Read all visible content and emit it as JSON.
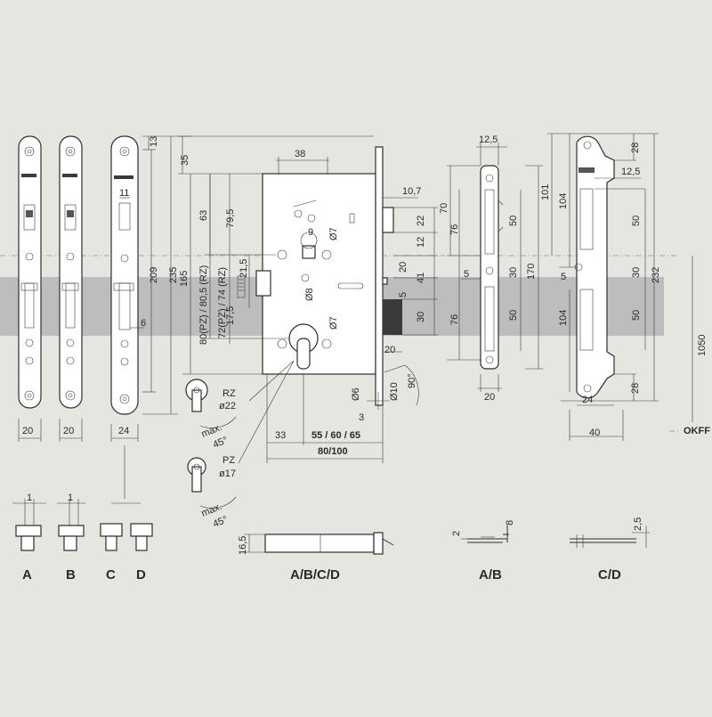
{
  "figure": {
    "background_color": "#e6e5e0",
    "band_color": "#bdbdbd",
    "line_color": "#2e2e2e"
  },
  "faceplates": {
    "widths": [
      "20",
      "20",
      "24"
    ],
    "dims": {
      "top": "13",
      "inner_width": "11",
      "rivet": "6",
      "height_209": "209",
      "height_235": "235"
    }
  },
  "lock_body": {
    "dims": {
      "top_35": "35",
      "width_38": "38",
      "d_63": "63",
      "d_165": "165",
      "d_79_5": "79,5",
      "pz_rz_label": "80(PZ) / 80,5 (RZ)",
      "pz_rz_label2": "72(PZ) / 74 (RZ)",
      "d_21_5": "21,5",
      "d_17_5": "17,5",
      "d_10_7": "10,7",
      "d_22": "22",
      "d_12": "12",
      "d_20a": "20",
      "d_41": "41",
      "d_5": "5",
      "d_30": "30",
      "d_20b": "20",
      "dia7a": "Ø7",
      "dia8": "Ø8",
      "dia7b": "Ø7",
      "d9": "9",
      "d6": "Ø6",
      "d10": "Ø10",
      "d3": "3",
      "ang90": "90°",
      "d33": "33",
      "backset": "55 / 60 / 65",
      "depth": "80/100"
    },
    "rz": {
      "label": "RZ",
      "dia": "ø22",
      "max": "max.",
      "angle": "45°"
    },
    "pz": {
      "label": "PZ",
      "dia": "ø17",
      "max": "max.",
      "angle": "45°"
    }
  },
  "strike_narrow": {
    "dims": {
      "w": "12,5",
      "d70": "70",
      "d76a": "76",
      "d50a": "50",
      "d5": "5",
      "d30": "30",
      "d170": "170",
      "d76b": "76",
      "d50b": "50",
      "w20": "20"
    }
  },
  "strike_wide": {
    "dims": {
      "d28a": "28",
      "d101": "101",
      "d104a": "104",
      "w12_5": "12,5",
      "d50a": "50",
      "d5": "5",
      "d30": "30",
      "d232": "232",
      "d104b": "104",
      "d50b": "50",
      "d28b": "28",
      "w24": "24",
      "w40": "40"
    }
  },
  "floor": {
    "height": "1050",
    "label": "OKFF"
  },
  "bottom": {
    "spindle_labels": [
      "A",
      "B",
      "C",
      "D"
    ],
    "spindle_dims": [
      "1",
      "1"
    ],
    "bolt_dim": "16,5",
    "bolt_label": "A/B/C/D",
    "ab_dims": [
      "2",
      "8"
    ],
    "ab_label": "A/B",
    "cd_dim": "2,5",
    "cd_label": "C/D"
  }
}
